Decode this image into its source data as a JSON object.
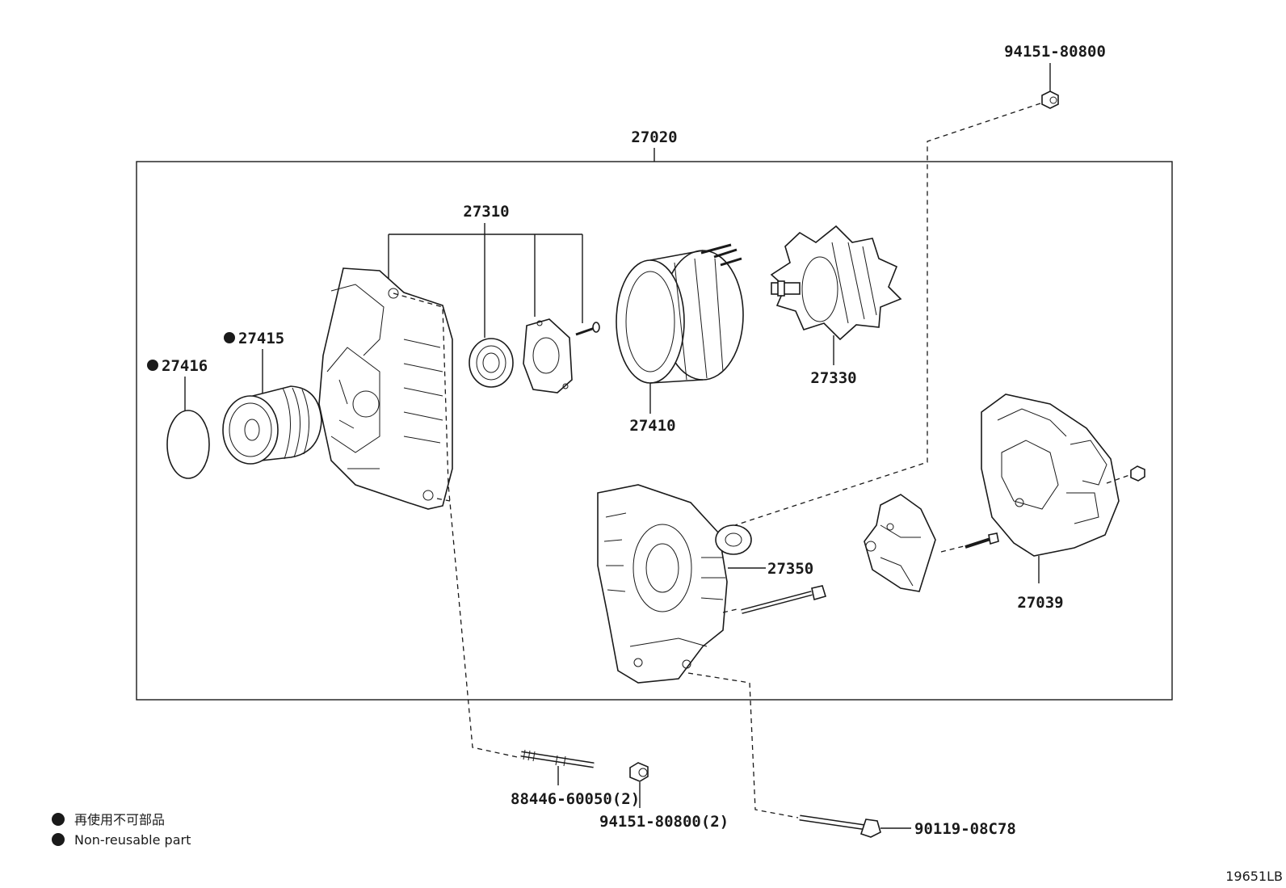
{
  "assembly_label": "27020",
  "parts": {
    "bearing_set": "27310",
    "pulley": "27415",
    "pulley_ring": "27416",
    "stator": "27410",
    "rotor": "27330",
    "rear_frame": "27350",
    "rectifier_cover": "27039",
    "nut_top": "94151-80800",
    "stud_bolt": "88446-60050(2)",
    "nut_bottom": "94151-80800(2)",
    "through_bolt": "90119-08C78"
  },
  "legend": {
    "japanese": "再使用不可部品",
    "english": "Non-reusable part"
  },
  "figure_code": "19651LB"
}
